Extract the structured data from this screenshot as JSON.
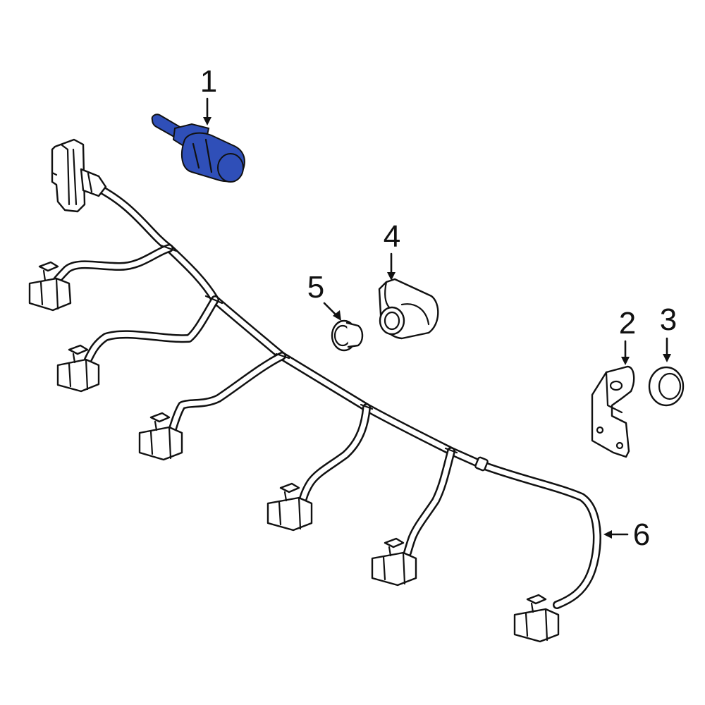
{
  "diagram": {
    "highlight_color": "#2f4fb8",
    "line_color": "#111111",
    "background": "#ffffff",
    "callouts": [
      "1",
      "2",
      "3",
      "4",
      "5",
      "6"
    ]
  }
}
